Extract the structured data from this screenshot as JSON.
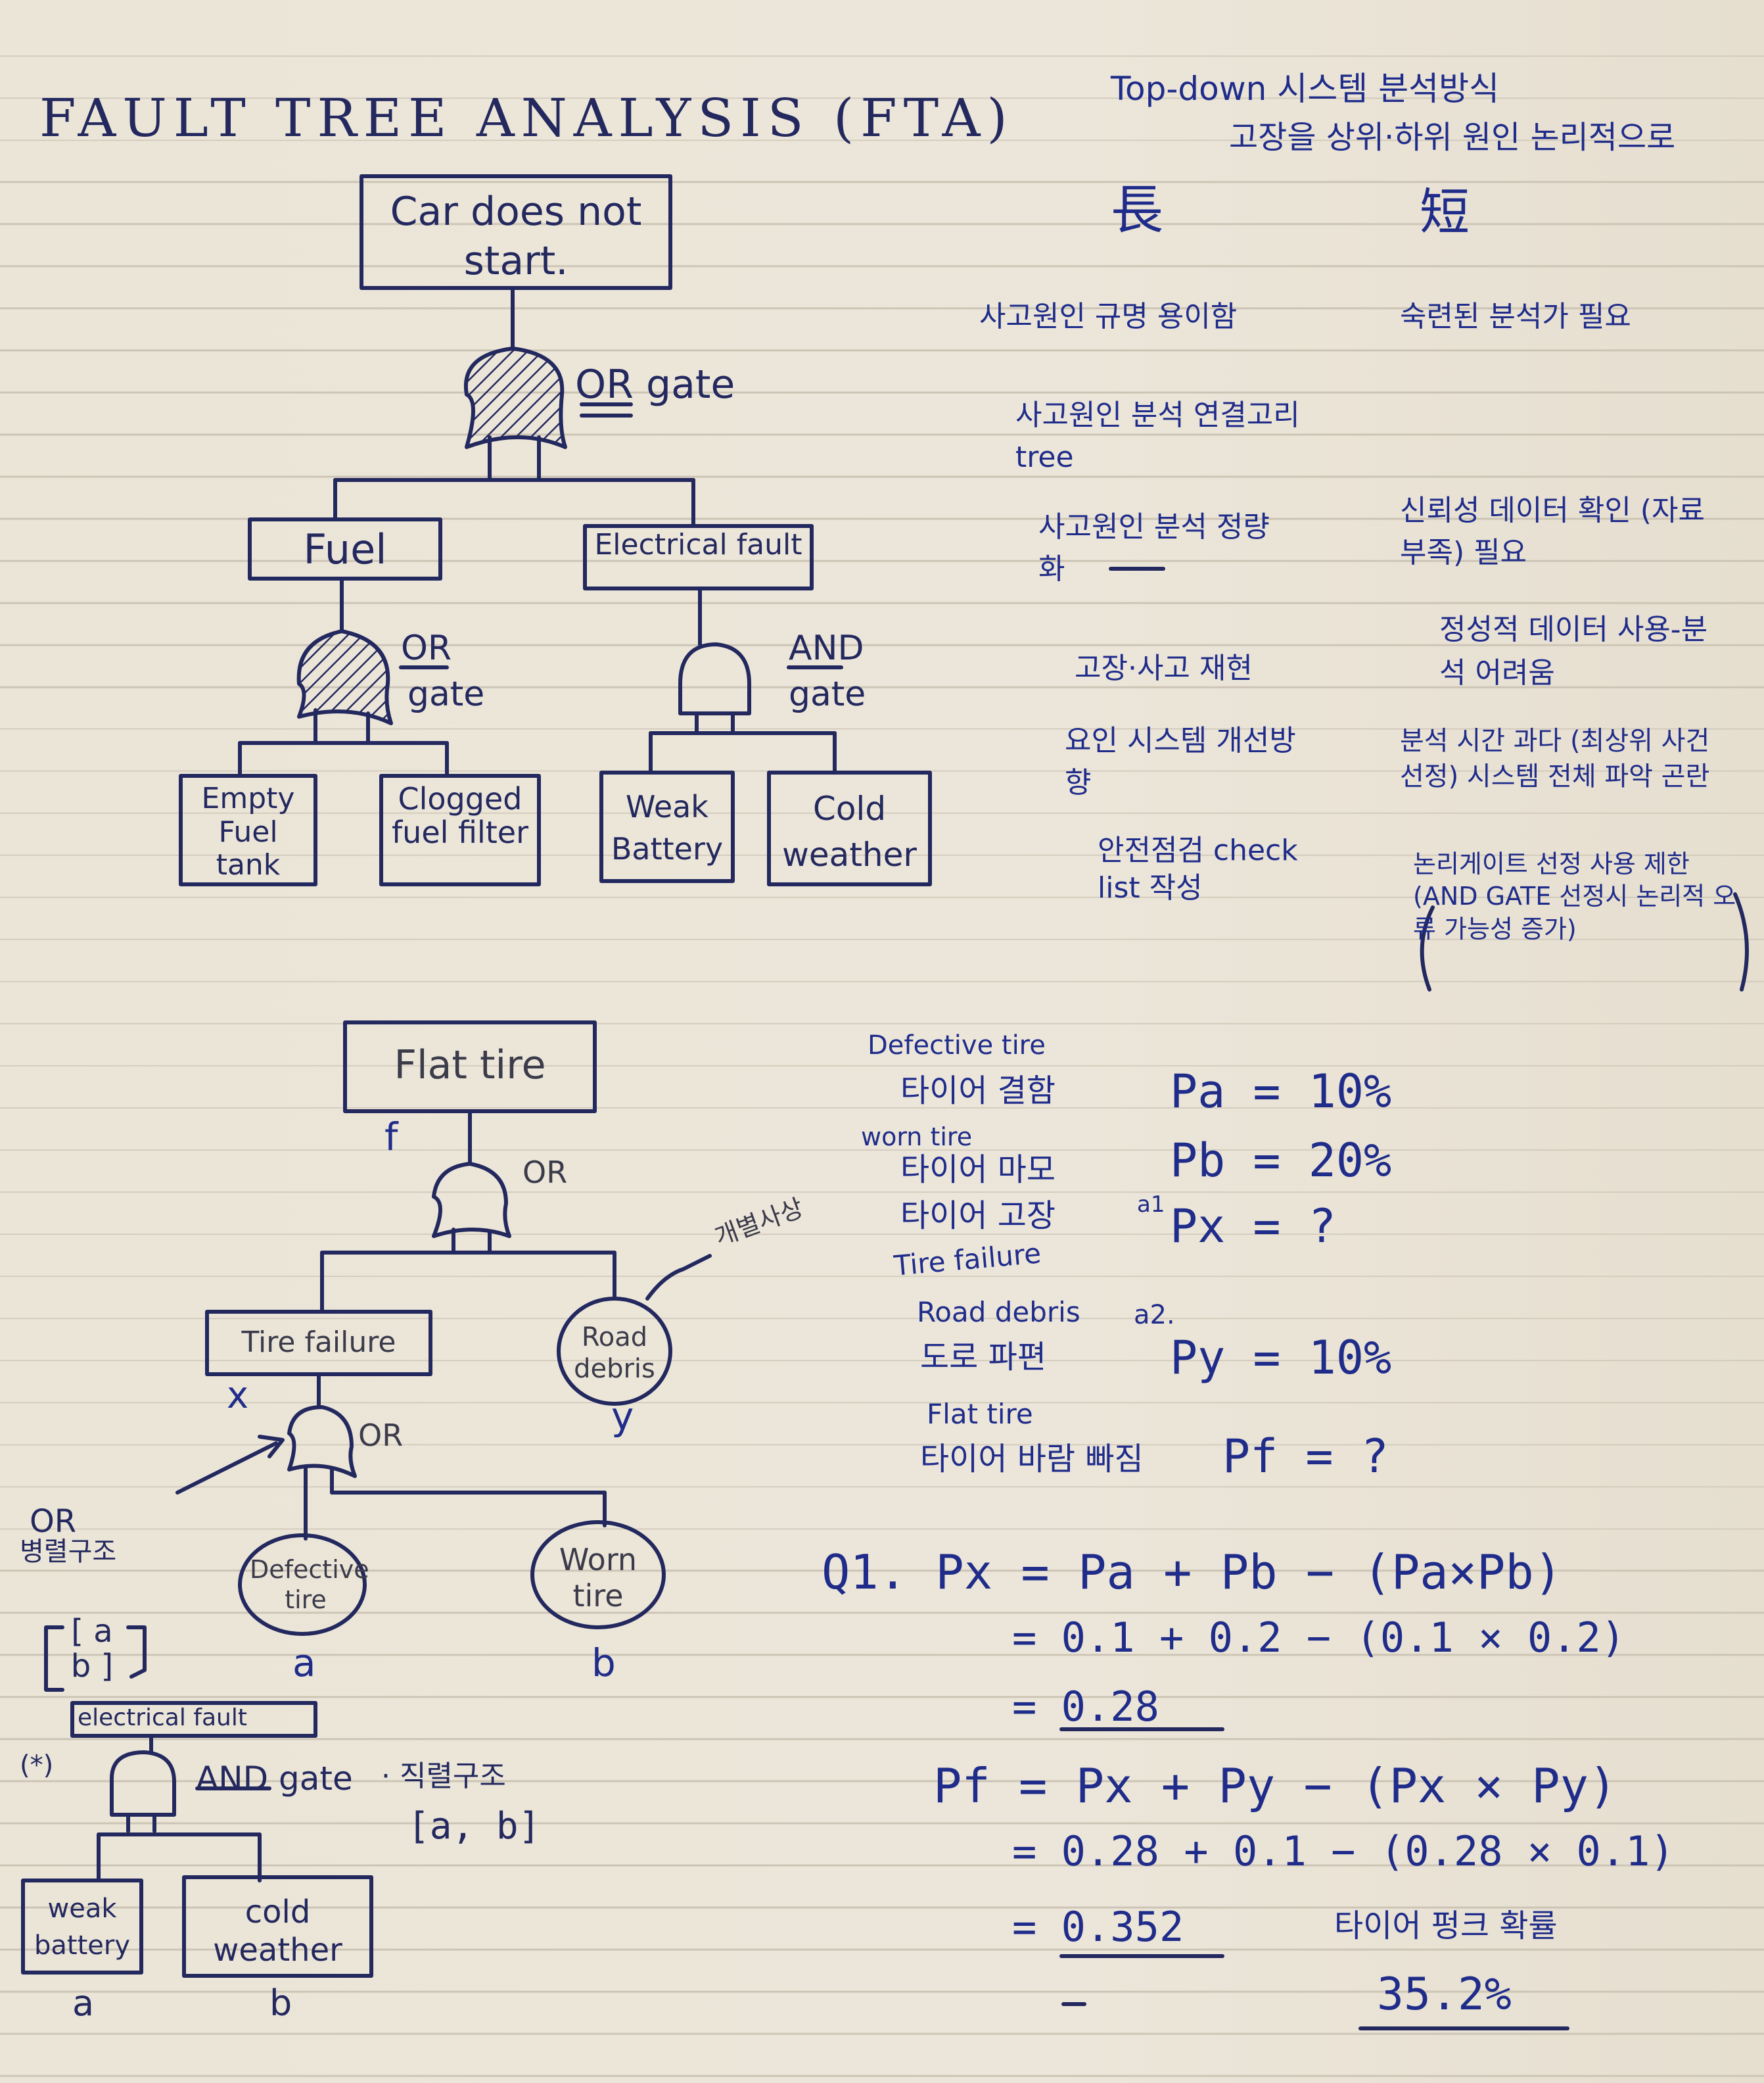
{
  "title": "FAULT TREE ANALYSIS (FTA)",
  "top_notes": {
    "line1": "Top-down 시스템 분석방식",
    "line2": "고장을 상위·하위 원인 논리적으로",
    "pros_header": "長",
    "cons_header": "短"
  },
  "pros": [
    "사고원인 규명 용이함",
    "사고원인 분석 연결고리 tree",
    "사고원인 분석 정량화",
    "고장·사고 재현",
    "요인 시스템 개선방향",
    "안전점검 check list 작성"
  ],
  "cons": [
    "숙련된 분석가 필요",
    "신뢰성 데이터 확인 (자료부족) 필요",
    "정성적 데이터 사용-분석 어려움",
    "분석 시간 과다 (최상위 사건 선정) 시스템 전체 파악 곤란",
    "논리게이트 선정 사용 제한 (AND GATE 선정시 논리적 오류 가능성 증가)"
  ],
  "tree1": {
    "top": "Car does not start.",
    "gate1": "OR gate",
    "fuel": "Fuel",
    "electrical": "Electrical fault",
    "gate2_word": "OR",
    "gate2_sub": "gate",
    "gate3_word": "AND",
    "gate3_sub": "gate",
    "empty_fuel_tank": "Empty Fuel tank",
    "clogged_fuel_filter": "Clogged fuel filter",
    "weak_battery": "Weak Battery",
    "cold_weather": "Cold weather"
  },
  "tree2": {
    "top": "Flat tire",
    "top_var": "f",
    "or1": "OR",
    "tire_failure": "Tire failure",
    "tire_failure_var": "x",
    "road_debris": "Road debris",
    "road_debris_var": "y",
    "road_debris_note": "개별사상",
    "or2": "OR",
    "defective_tire": "Defective tire",
    "defective_tire_var": "a",
    "worn_tire": "Worn tire",
    "worn_tire_var": "b"
  },
  "side_notes": {
    "or_label": "OR",
    "or_desc": "병렬구조",
    "set_ab": "[ a b ]",
    "electrical_fault": "electrical fault",
    "and_mark": "(*)",
    "and_gate": "AND gate",
    "and_desc": "· 직렬구조",
    "and_set": "[a, b]",
    "weak_battery": "weak battery",
    "cold_weather": "cold weather",
    "var_a": "a",
    "var_b": "b"
  },
  "given": [
    {
      "en": "Defective tire",
      "ko": "타이어 결함",
      "expr": "Pa = 10%"
    },
    {
      "en": "worn tire",
      "ko": "타이어 마모",
      "expr": "Pb = 20%"
    },
    {
      "en": "Tire failure",
      "ko": "타이어 고장",
      "tag": "a1",
      "expr": "Px = ?"
    },
    {
      "en": "Road debris",
      "ko": "도로 파편",
      "tag": "a2.",
      "expr": "Py = 10%"
    },
    {
      "en": "Flat tire",
      "ko": "타이어 바람 빠짐",
      "expr": "Pf = ?"
    }
  ],
  "solution": {
    "q1": "Q1. Px = Pa + Pb − (Pa×Pb)",
    "q1_line2": "= 0.1 + 0.2 − (0.1 × 0.2)",
    "q1_result": "= 0.28",
    "pf": "Pf = Px + Py − (Px × Py)",
    "pf_line2": "= 0.28 + 0.1 − (0.28 × 0.1)",
    "pf_result": "= 0.352",
    "answer_ko": "타이어 펑크 확률",
    "answer": "35.2%"
  }
}
